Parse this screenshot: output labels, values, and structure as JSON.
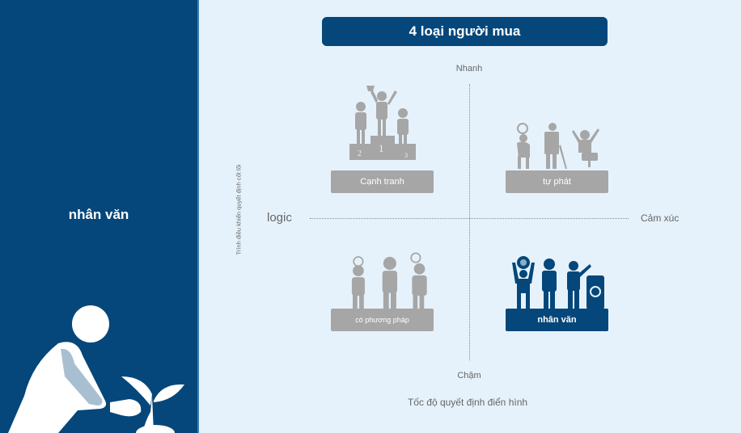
{
  "left_panel": {
    "title": "nhân văn",
    "background": "#05477a",
    "illustration": "person-planting-seedling-icon"
  },
  "header": {
    "title": "4 loại người mua"
  },
  "axes": {
    "top": "Nhanh",
    "bottom": "Chậm",
    "left": "logic",
    "right": "Cảm xúc",
    "x_title": "Tốc độ quyết định điển hình",
    "y_title": "Trình điều khiển quyết định cốt lõi"
  },
  "quadrants": [
    {
      "position": "top-left",
      "label": "Cạnh tranh",
      "icon": "podium-winners-icon",
      "highlighted": false,
      "color": "#a6a6a6"
    },
    {
      "position": "top-right",
      "label": "tự phát",
      "icon": "spontaneous-people-icon",
      "highlighted": false,
      "color": "#a6a6a6"
    },
    {
      "position": "bottom-left",
      "label": "có phương pháp",
      "icon": "thinking-people-icon",
      "highlighted": false,
      "color": "#a6a6a6"
    },
    {
      "position": "bottom-right",
      "label": "nhân văn",
      "icon": "humanitarian-people-icon",
      "highlighted": true,
      "color": "#05477a"
    }
  ],
  "colors": {
    "accent": "#05477a",
    "background": "#e6f2fb",
    "muted": "#a6a6a6"
  }
}
